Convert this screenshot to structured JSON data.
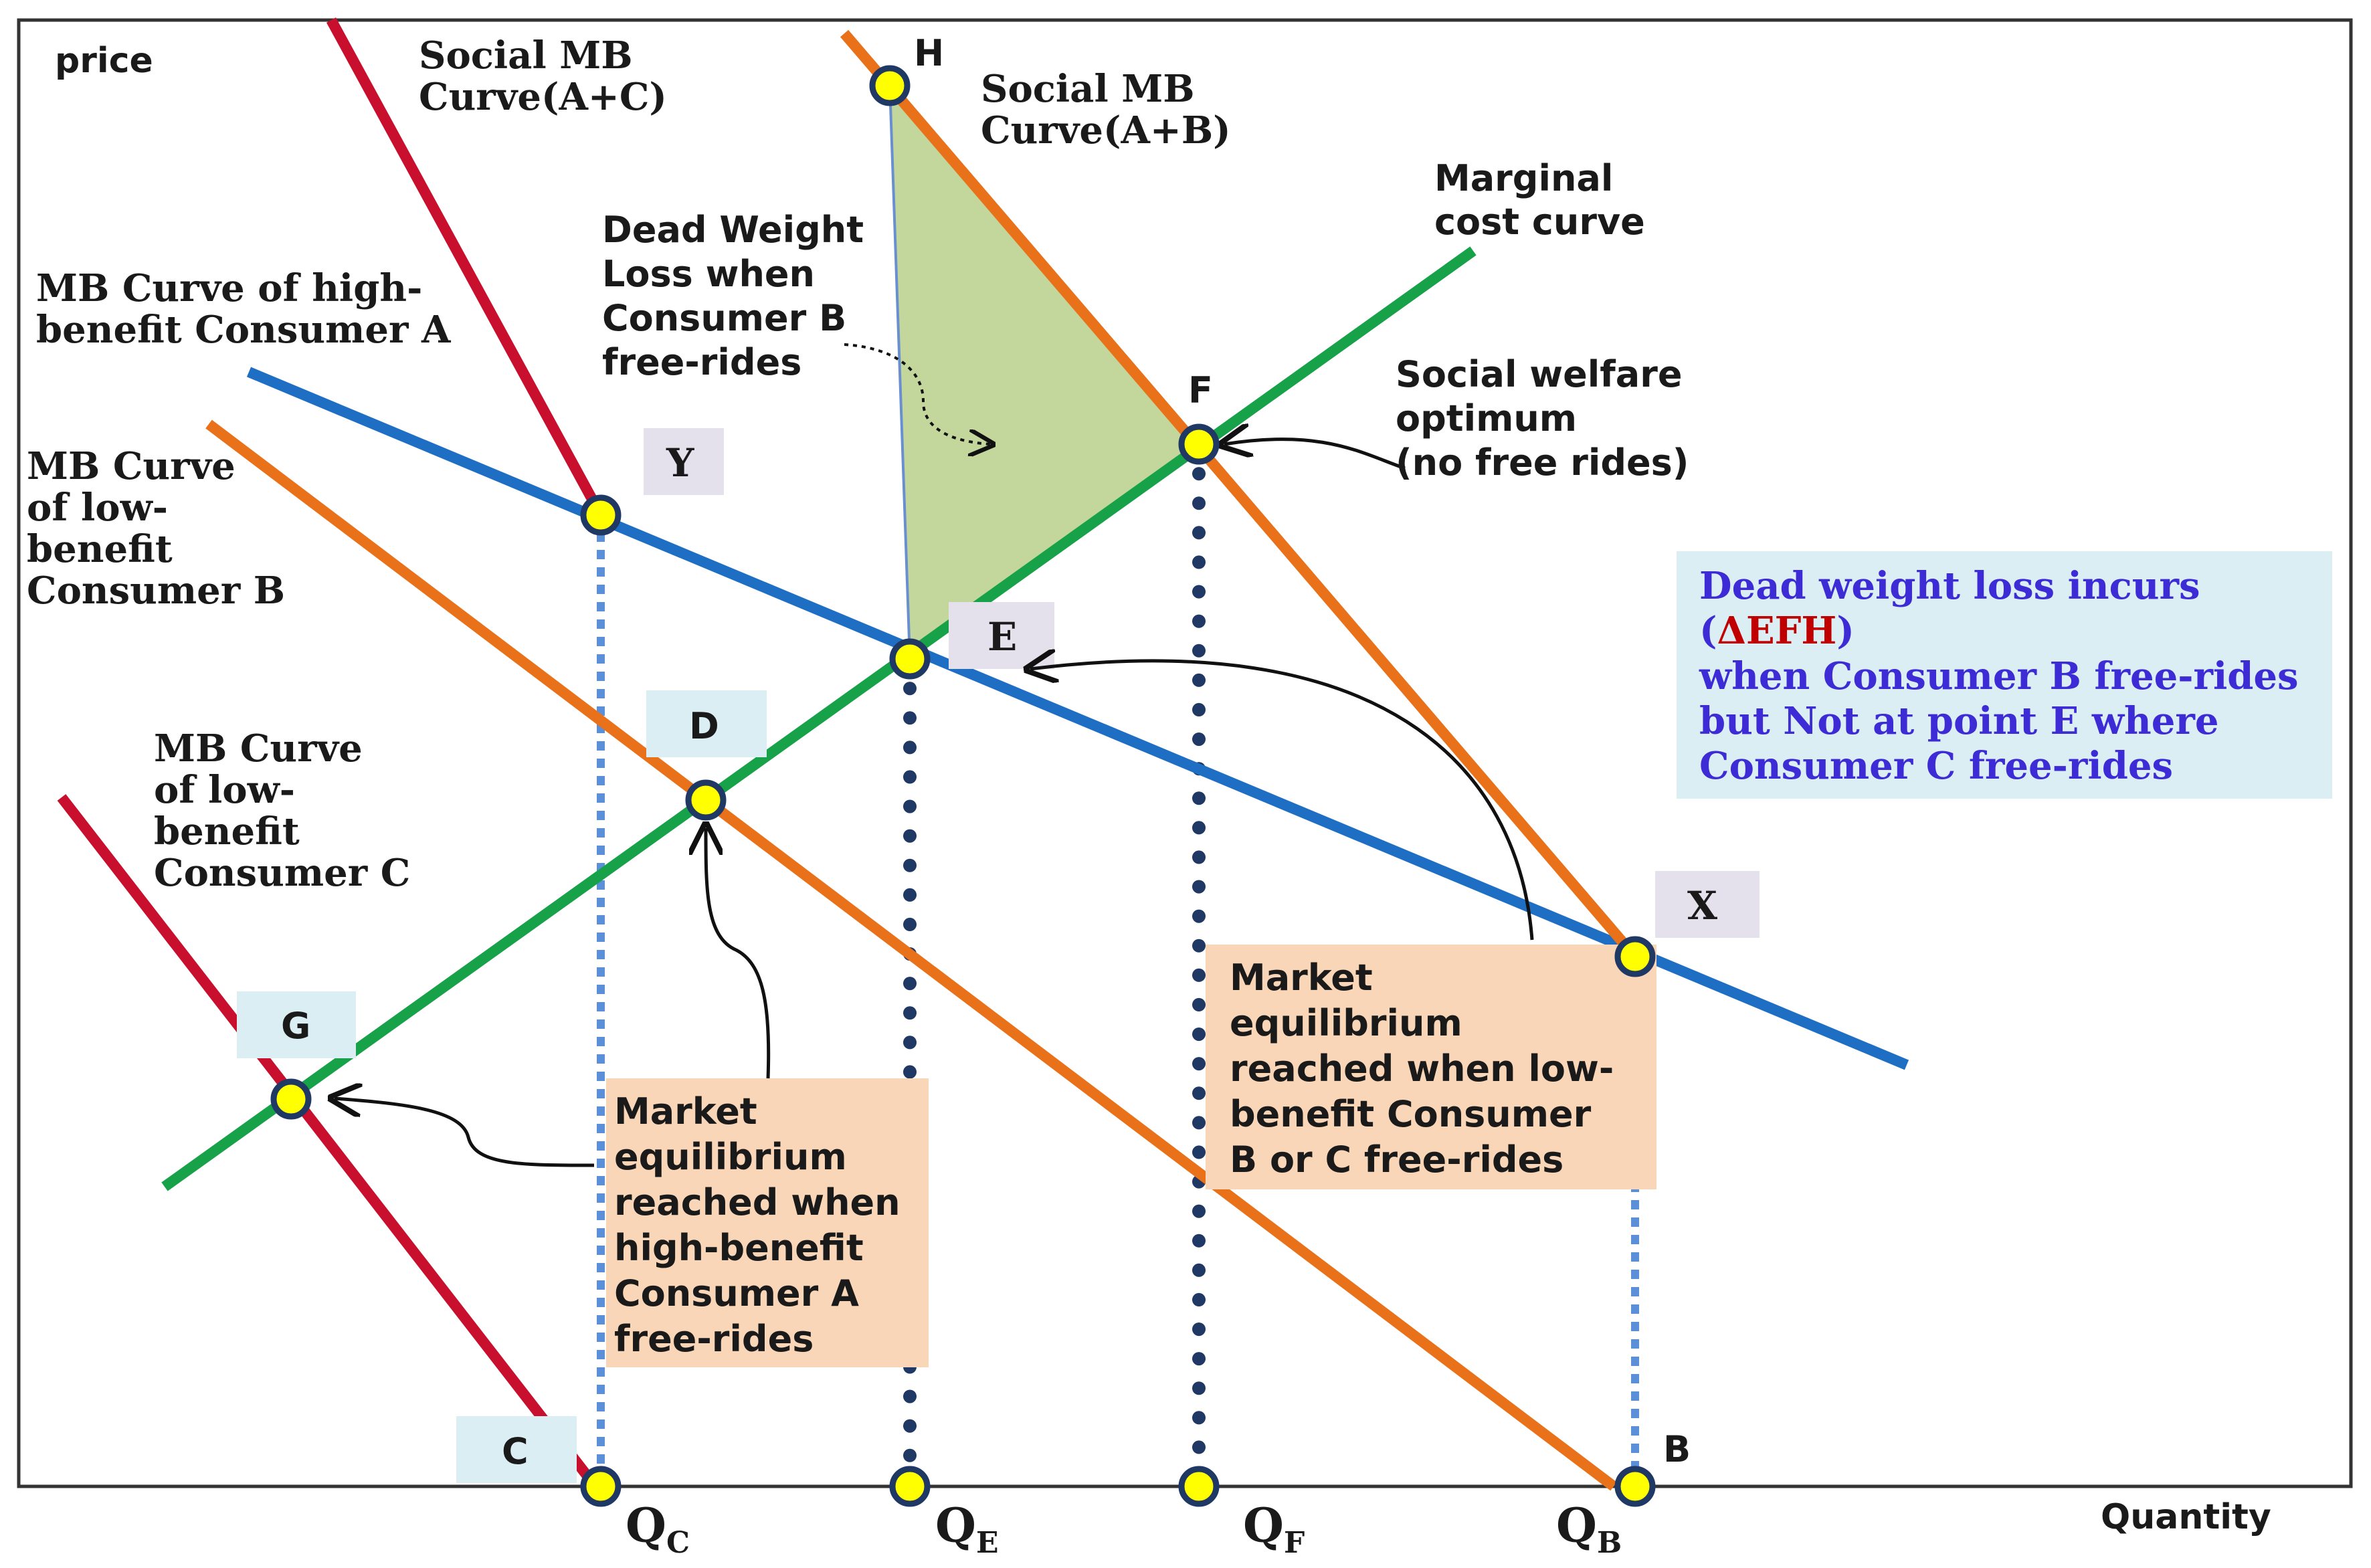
{
  "axes": {
    "y_label": "price",
    "x_label": "Quantity",
    "ticks": [
      {
        "main": "Q",
        "sub": "C"
      },
      {
        "main": "Q",
        "sub": "E"
      },
      {
        "main": "Q",
        "sub": "F"
      },
      {
        "main": "Q",
        "sub": "B"
      }
    ]
  },
  "curves": {
    "social_mb_ac": [
      "Social MB",
      "Curve(A+C)"
    ],
    "social_mb_ab": [
      "Social MB",
      "Curve(A+B)"
    ],
    "marginal_cost": [
      "Marginal",
      "cost curve"
    ],
    "mb_a": [
      "MB Curve of high-",
      "benefit Consumer A"
    ],
    "mb_b": [
      "MB Curve",
      "of low-",
      "benefit",
      "Consumer B"
    ],
    "mb_c": [
      "MB Curve",
      "of low-",
      "benefit",
      "Consumer C"
    ]
  },
  "points": {
    "H": "H",
    "F": "F",
    "Y": "Y",
    "E": "E",
    "D": "D",
    "X": "X",
    "G": "G",
    "C": "C",
    "B": "B"
  },
  "annotations": {
    "dwl_b": [
      "Dead Weight",
      "Loss when",
      "Consumer B",
      "free-rides"
    ],
    "social_optimum": [
      "Social welfare",
      "optimum",
      "(no free rides)"
    ],
    "eq_a_free_rides": [
      "Market",
      "equilibrium",
      "reached when",
      "high-benefit",
      "Consumer A",
      "free-rides"
    ],
    "eq_bc_free_rides": [
      "Market",
      "equilibrium",
      "reached when low-",
      "benefit Consumer",
      "B or C free-rides"
    ]
  },
  "note_box": {
    "line1": "Dead weight loss incurs",
    "line2_open": "(",
    "line2_red": "ΔEFH",
    "line2_close": ")",
    "line3": "when Consumer B free-rides",
    "line4": "but Not at point E where",
    "line5": "Consumer C free-rides"
  },
  "colors": {
    "social_mb_ac": "#c8102e",
    "mb_c": "#c8102e",
    "social_mb_ab": "#e8711a",
    "mb_b": "#e8711a",
    "mb_a": "#1e6fc4",
    "marginal_cost": "#17a24a",
    "dwl_fill": "#c3d69b",
    "point_fill": "#ffff00",
    "point_stroke": "#1f3864",
    "note_bg": "#daeef3",
    "note_text": "#3d2bd6",
    "note_red": "#c00000",
    "callout_bg": "#fad6b8"
  }
}
